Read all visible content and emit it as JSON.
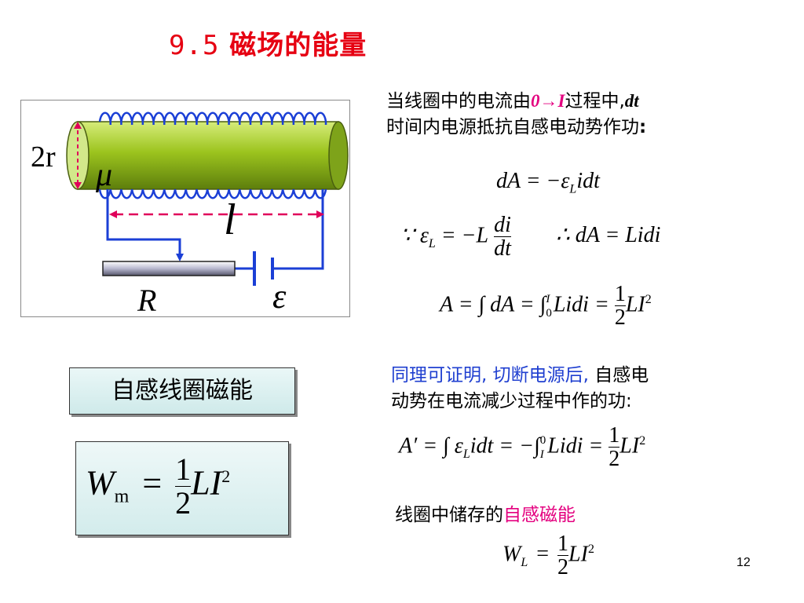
{
  "title": {
    "num": "9.5",
    "text": "磁场的能量"
  },
  "figure": {
    "label_2r": "2r",
    "label_mu": "μ",
    "label_l": "l",
    "label_R": "R",
    "label_emf": "ε"
  },
  "para1": {
    "part1": "当线圈中的电流由",
    "part2": "0→I",
    "part3": "过程中,",
    "part4": "dt",
    "line2a": "时间内电源抵抗自感电动势作功",
    "line2b": ":"
  },
  "eq1": "dA = −ε",
  "eq1_sub": "L",
  "eq1_tail": "idt",
  "eq2": {
    "because": "∵ ε",
    "sub": "L",
    "mid": " = −L",
    "num": "di",
    "den": "dt",
    "therefore": "∴ dA = Lidi"
  },
  "eq3": {
    "left": "A = ∫ dA = ∫",
    "upper": "I",
    "lower": "0",
    "mid": "Lidi =",
    "num": "1",
    "den": "2",
    "tail": "LI",
    "sup": "2"
  },
  "para2": {
    "blue": "同理可证明, 切断电源后,",
    "black1": " 自感电",
    "line2": "动势在电流减少过程中作的功:"
  },
  "eq4": {
    "left": "A′ = ∫ ε",
    "sub": "L",
    "mid": "idt = −∫",
    "upper": "0",
    "lower": "I",
    "mid2": "Lidi =",
    "num": "1",
    "den": "2",
    "tail": "LI",
    "sup": "2"
  },
  "box_label": "自感线圈磁能",
  "box_eq": {
    "w": "W",
    "sub": "m",
    "eq": "=",
    "num": "1",
    "den": "2",
    "tail": "LI",
    "sup": "2"
  },
  "stored": {
    "black": "线圈中储存的",
    "mag": "自感磁能"
  },
  "eq5": {
    "w": "W",
    "sub": "L",
    "eq": "=",
    "num": "1",
    "den": "2",
    "tail": "LI",
    "sup": "2"
  },
  "page_number": "12"
}
